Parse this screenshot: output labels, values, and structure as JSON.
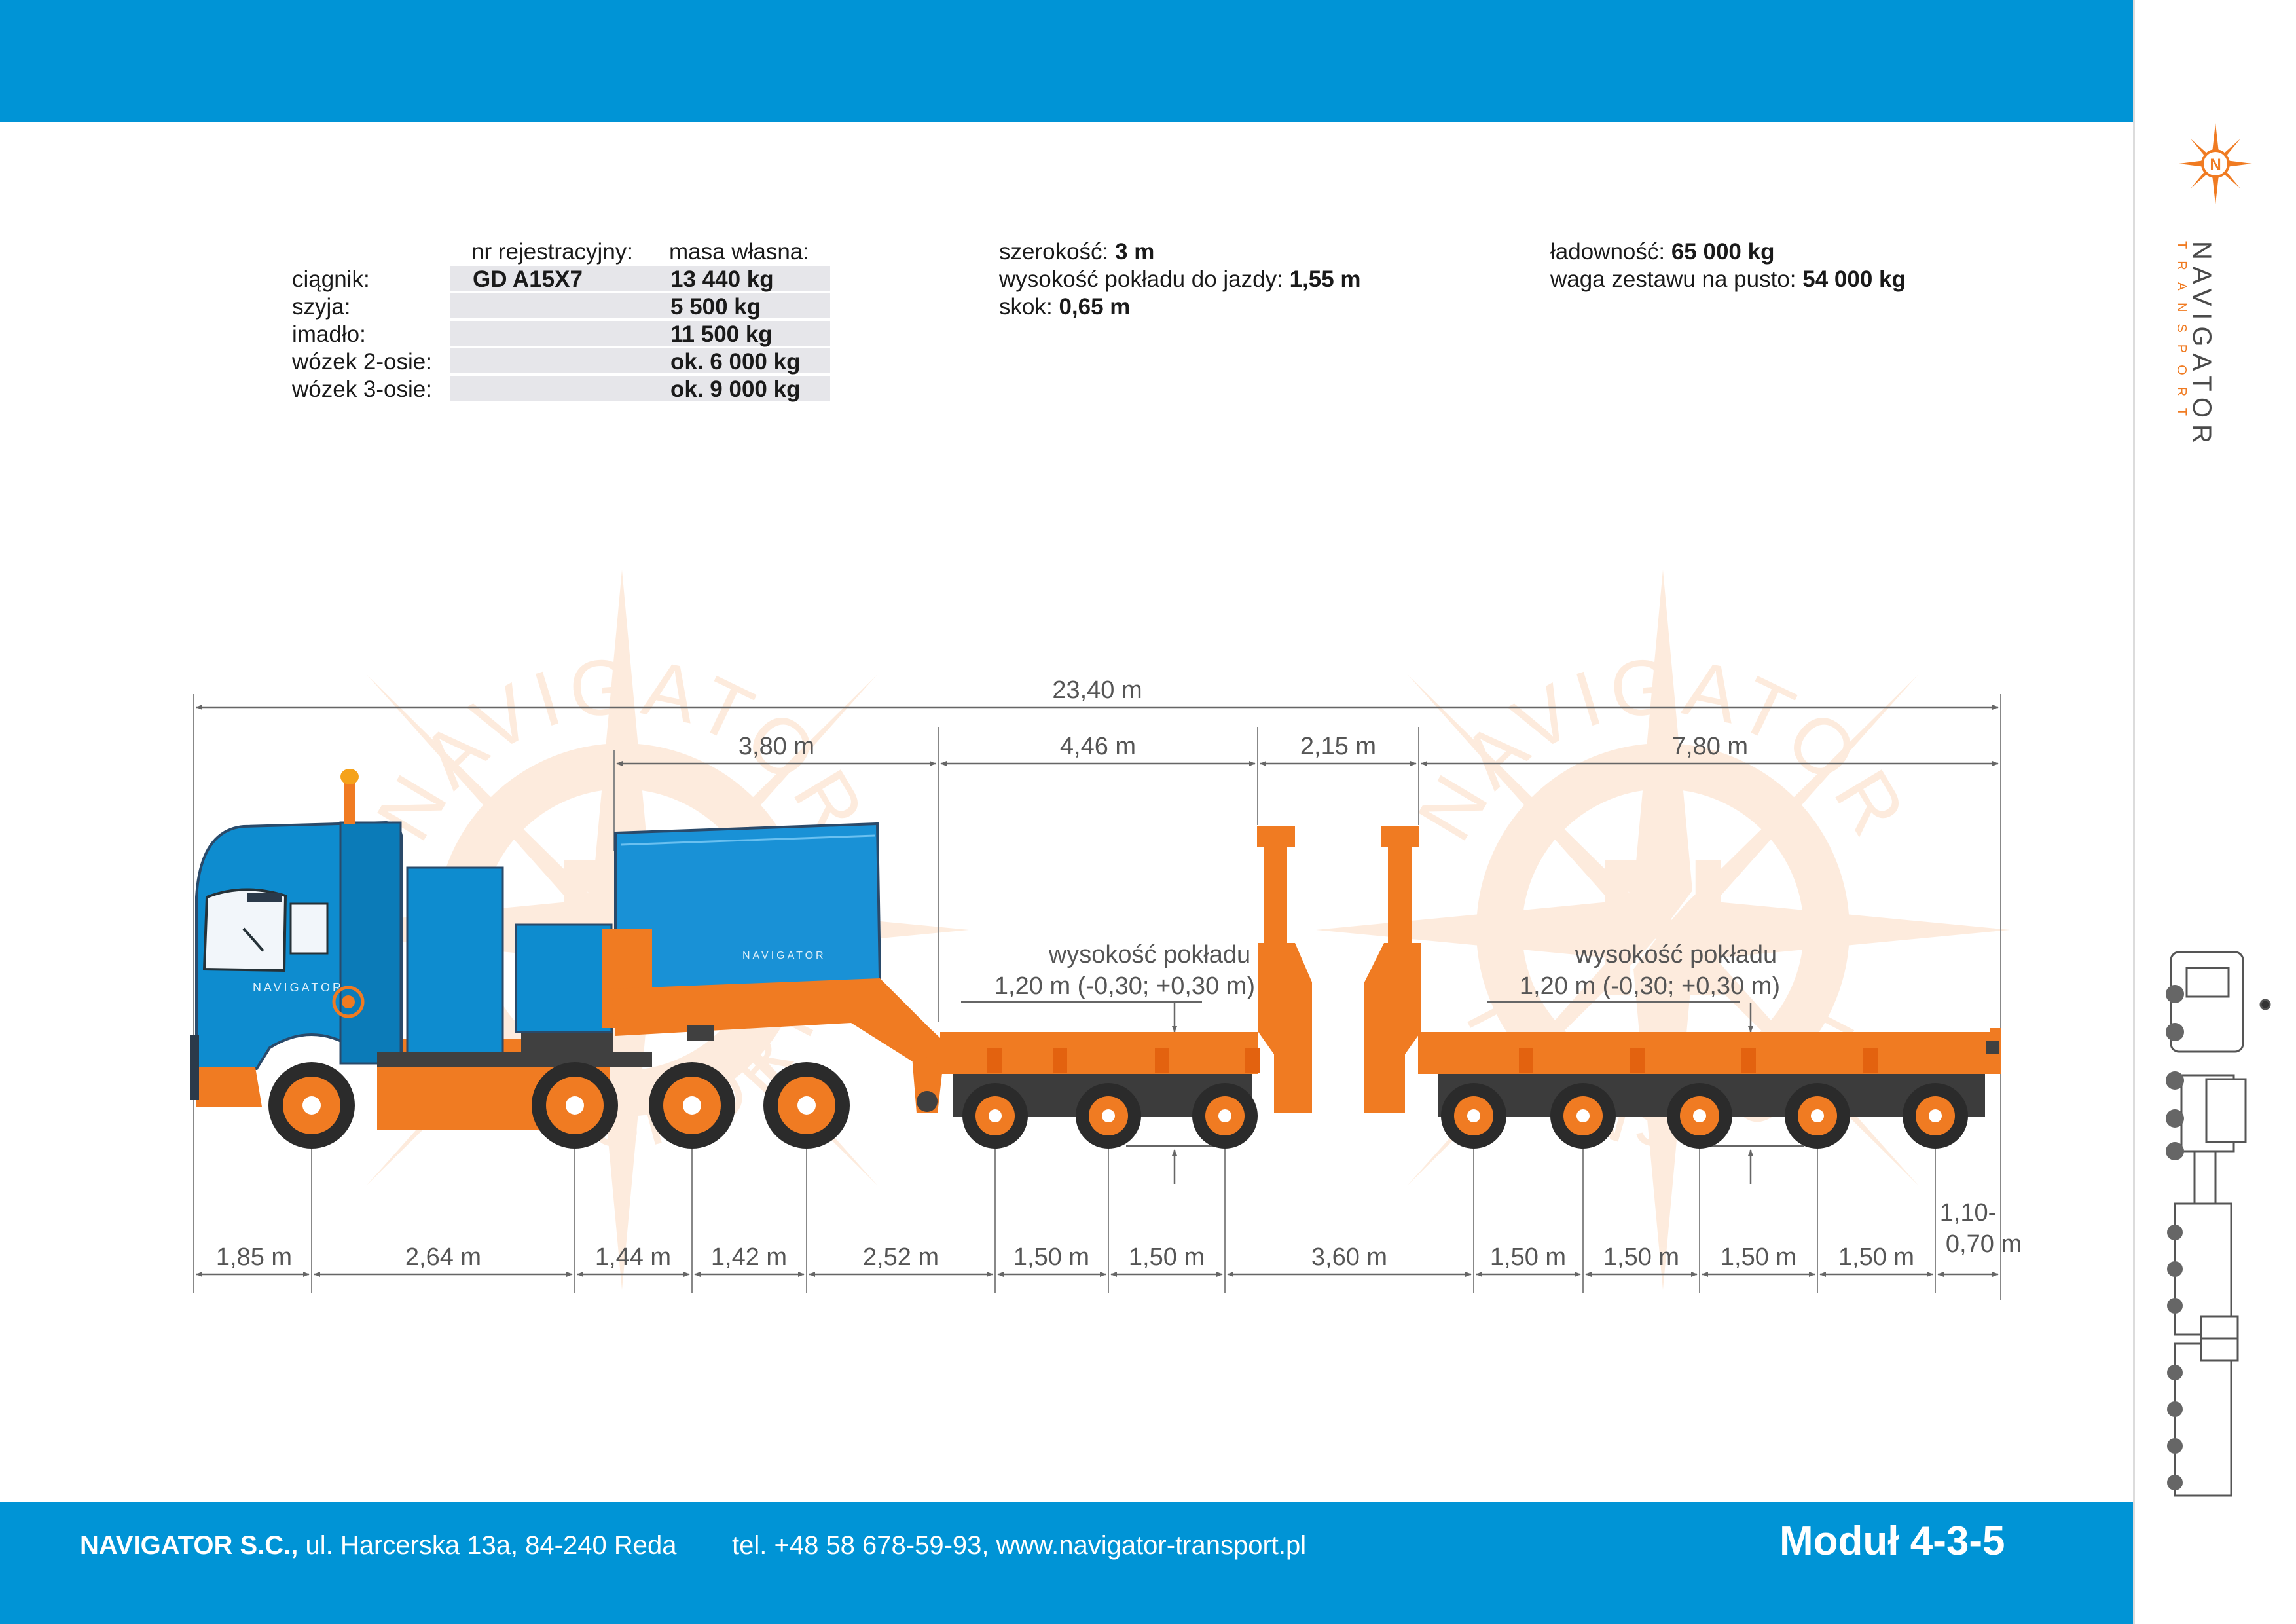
{
  "brand": {
    "name": "NAVIGATOR",
    "sub": "TRANSPORT",
    "logo_icon": "compass-rose-icon",
    "watermark": "NAVIGATOR TRANSPORT"
  },
  "colors": {
    "accent_blue": "#0094d6",
    "accent_orange": "#f07b22"
  },
  "table": {
    "col_reg": "nr rejestracyjny:",
    "col_mass": "masa własna:",
    "rows": [
      {
        "label": "ciągnik:",
        "reg": "GD A15X7",
        "mass": "13 440 kg"
      },
      {
        "label": "szyja:",
        "reg": "",
        "mass": "5 500 kg"
      },
      {
        "label": "imadło:",
        "reg": "",
        "mass": "11 500 kg"
      },
      {
        "label": "wózek 2-osie:",
        "reg": "",
        "mass": "ok. 6 000 kg"
      },
      {
        "label": "wózek 3-osie:",
        "reg": "",
        "mass": "ok. 9 000 kg"
      }
    ]
  },
  "specs_mid": [
    {
      "label": "szerokość:",
      "value": "3 m"
    },
    {
      "label": "wysokość pokładu do jazdy:",
      "value": "1,55 m"
    },
    {
      "label": "skok:",
      "value": "0,65 m"
    }
  ],
  "specs_right": [
    {
      "label": "ładowność:",
      "value": "65 000 kg"
    },
    {
      "label": "waga zestawu na pusto:",
      "value": "54 000 kg"
    }
  ],
  "diagram": {
    "total_length": "23,40 m",
    "top_dims": [
      "3,80 m",
      "4,46 m",
      "2,15 m",
      "7,80 m"
    ],
    "deck_label": "wysokość pokładu",
    "deck_height": "1,20 m (-0,30; +0,30 m)",
    "bottom_dims": [
      "1,85 m",
      "2,64 m",
      "1,44 m",
      "1,42 m",
      "2,52 m",
      "1,50 m",
      "1,50 m",
      "3,60 m",
      "1,50 m",
      "1,50 m",
      "1,50 m",
      "1,50 m"
    ],
    "rear_height_line1": "1,10-",
    "rear_height_line2": "0,70 m",
    "cab_logo_text": "NAVIGATOR",
    "box_logo_text": "NAVIGATOR"
  },
  "footer": {
    "company": "NAVIGATOR S.C.,",
    "address": " ul. Harcerska  13a, 84-240 Reda",
    "contact": "tel.  +48 58 678-59-93, www.navigator-transport.pl",
    "module": "Moduł 4-3-5"
  }
}
